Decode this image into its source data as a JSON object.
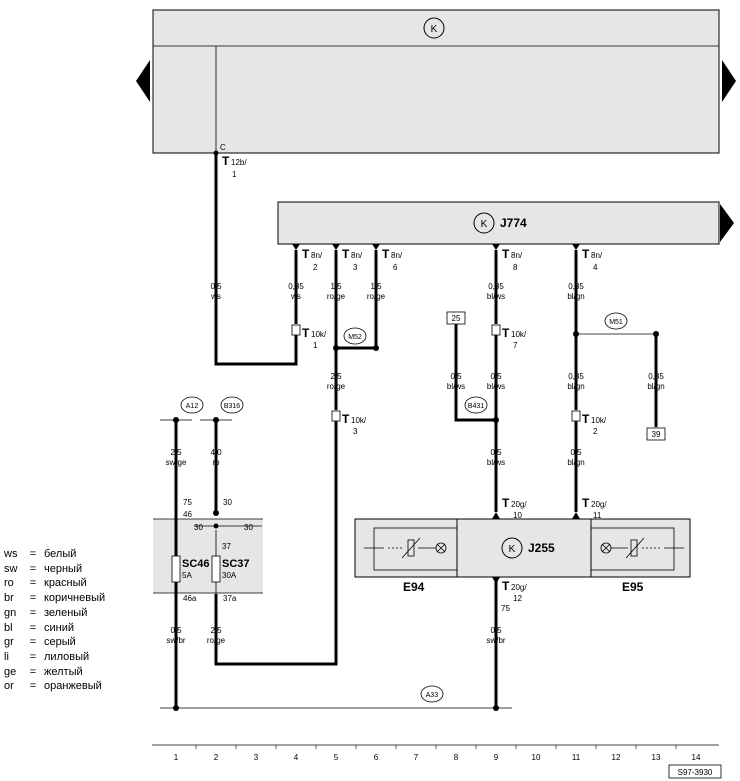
{
  "diagram": {
    "drawing_number": "S97-3930",
    "column_numbers": [
      "1",
      "2",
      "3",
      "4",
      "5",
      "6",
      "7",
      "8",
      "9",
      "10",
      "11",
      "12",
      "13",
      "14"
    ],
    "ground_symbol": "K",
    "components": {
      "j774": "J774",
      "j255": "J255",
      "e94": "E94",
      "e95": "E95",
      "sc46": {
        "name": "SC46",
        "rating": "5A"
      },
      "sc37": {
        "name": "SC37",
        "rating": "30A"
      }
    },
    "connectors": {
      "t12b_1": {
        "letter": "T",
        "sub": "12b/",
        "pin": "1",
        "pin_letter": "C"
      },
      "t8n_2": {
        "letter": "T",
        "sub": "8n/",
        "pin": "2"
      },
      "t8n_3": {
        "letter": "T",
        "sub": "8n/",
        "pin": "3"
      },
      "t8n_6": {
        "letter": "T",
        "sub": "8n/",
        "pin": "6"
      },
      "t8n_8": {
        "letter": "T",
        "sub": "8n/",
        "pin": "8"
      },
      "t8n_4": {
        "letter": "T",
        "sub": "8n/",
        "pin": "4"
      },
      "t10k_1": {
        "letter": "T",
        "sub": "10k/",
        "pin": "1"
      },
      "t10k_7": {
        "letter": "T",
        "sub": "10k/",
        "pin": "7"
      },
      "t10k_3": {
        "letter": "T",
        "sub": "10k/",
        "pin": "3"
      },
      "t10k_2": {
        "letter": "T",
        "sub": "10k/",
        "pin": "2"
      },
      "t20g_10": {
        "letter": "T",
        "sub": "20g/",
        "pin": "10"
      },
      "t20g_11": {
        "letter": "T",
        "sub": "20g/",
        "pin": "11"
      },
      "t20g_12": {
        "letter": "T",
        "sub": "20g/",
        "pin": "12"
      },
      "t20g_12_term": "75"
    },
    "wires": {
      "w_t12b": {
        "gauge": "0,5",
        "color": "ws"
      },
      "w_t8n2": {
        "gauge": "0,35",
        "color": "ws"
      },
      "w_t8n3": {
        "gauge": "1,5",
        "color": "ro/ge"
      },
      "w_t8n6": {
        "gauge": "1,5",
        "color": "ro/ge"
      },
      "w_col5": {
        "gauge": "2,5",
        "color": "ro/ge"
      },
      "w_t8n8": {
        "gauge": "0,35",
        "color": "bl/ws"
      },
      "w_25": {
        "gauge": "0,5",
        "color": "bl/ws"
      },
      "w_t10k7": {
        "gauge": "0,5",
        "color": "bl/ws"
      },
      "w_col9": {
        "gauge": "0,5",
        "color": "bl/ws"
      },
      "w_t8n4": {
        "gauge": "0,35",
        "color": "bl/gn"
      },
      "w_col11": {
        "gauge": "0,35",
        "color": "bl/gn"
      },
      "w_39": {
        "gauge": "0,35",
        "color": "bl/gn"
      },
      "w_t10k2": {
        "gauge": "0,5",
        "color": "bl/gn"
      },
      "w_a12": {
        "gauge": "2,5",
        "color": "sw/ge"
      },
      "w_b316": {
        "gauge": "4,0",
        "color": "ro"
      },
      "w_sc46_out": {
        "gauge": "0,5",
        "color": "sw/br"
      },
      "w_sc37_out": {
        "gauge": "2,5",
        "color": "ro/ge"
      },
      "w_j255_out": {
        "gauge": "0,5",
        "color": "sw/br"
      }
    },
    "terminals": {
      "t75": "75",
      "t46": "46",
      "t30_top": "30",
      "t30_left": "30",
      "t30_right": "30",
      "t37": "37",
      "t46a": "46a",
      "t37a": "37a"
    },
    "nodes": {
      "a12": "A12",
      "b316": "B316",
      "m52": "M52",
      "m51": "M51",
      "b431": "B431",
      "a33": "A33"
    },
    "references": {
      "ref25": "25",
      "ref39": "39"
    },
    "legend": [
      {
        "code": "ws",
        "meaning": "белый"
      },
      {
        "code": "sw",
        "meaning": "черный"
      },
      {
        "code": "ro",
        "meaning": "красный"
      },
      {
        "code": "br",
        "meaning": "коричневый"
      },
      {
        "code": "gn",
        "meaning": "зеленый"
      },
      {
        "code": "bl",
        "meaning": "синий"
      },
      {
        "code": "gr",
        "meaning": "серый"
      },
      {
        "code": "li",
        "meaning": "лиловый"
      },
      {
        "code": "ge",
        "meaning": "желтый"
      },
      {
        "code": "or",
        "meaning": "оранжевый"
      }
    ],
    "legend_separator": "=",
    "colors": {
      "panel_fill": "#e6e6e6",
      "wire": "#000000"
    }
  }
}
